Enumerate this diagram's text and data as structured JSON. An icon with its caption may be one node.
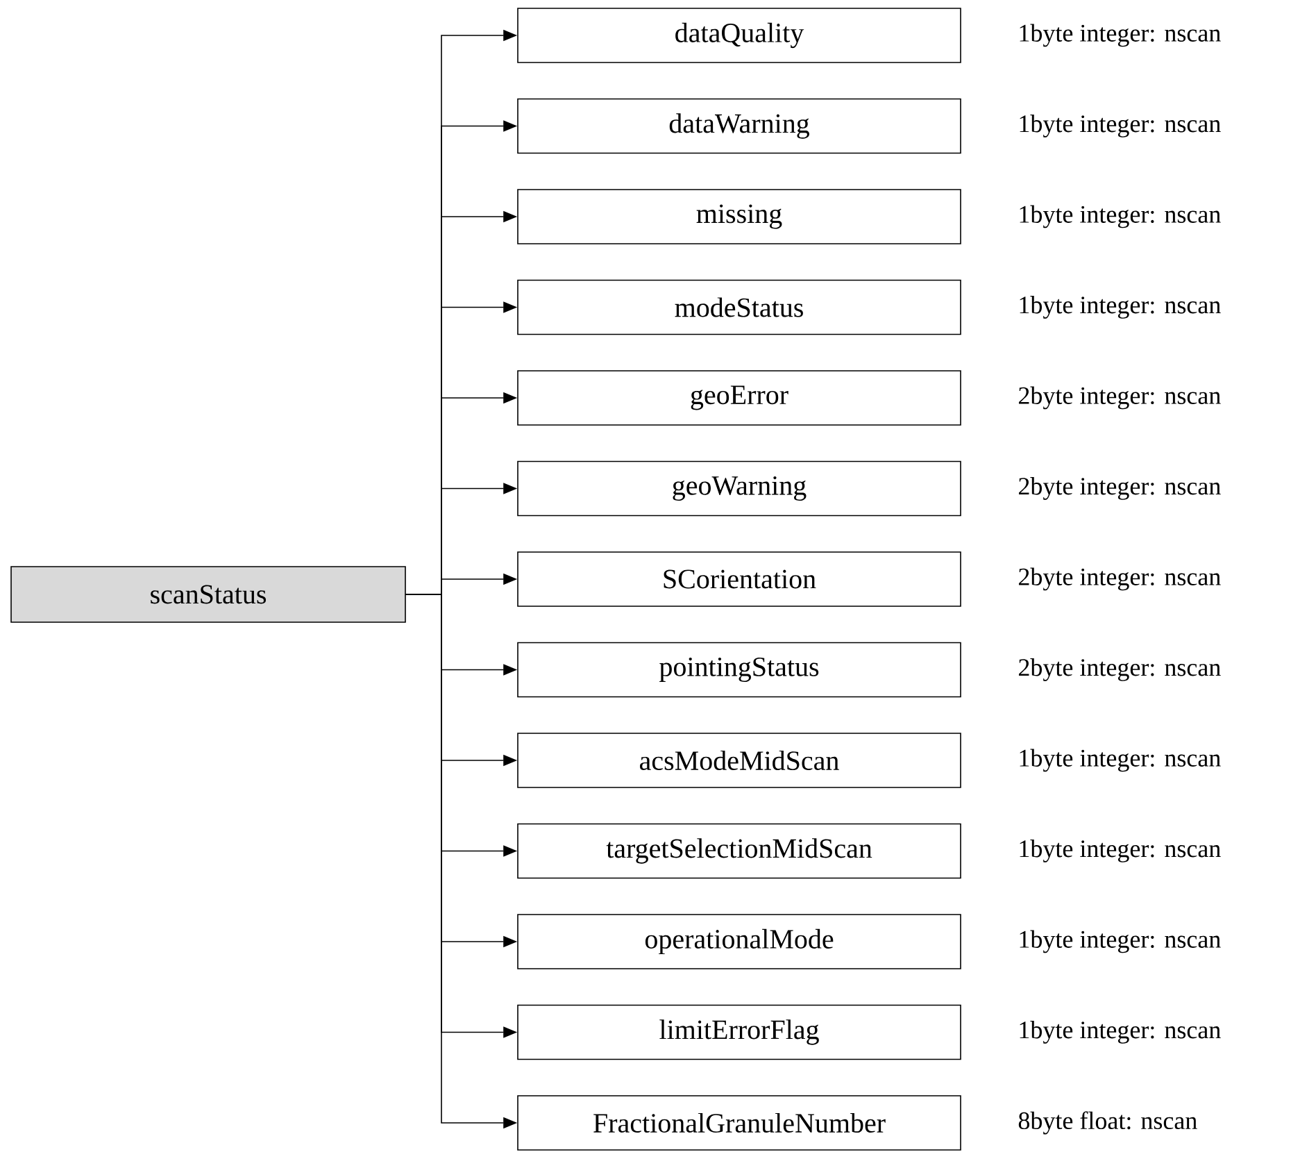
{
  "diagram": {
    "nodes": [
      {
        "text": [
          "scanStatus"
        ]
      },
      {
        "text": [
          "dataQuality"
        ],
        "beside": [
          "1byte integer: nscan"
        ]
      },
      {
        "text": [
          "dataWarning"
        ],
        "beside": [
          "1byte integer: nscan"
        ]
      },
      {
        "text": [
          "missing"
        ],
        "beside": [
          "1byte integer: nscan"
        ]
      },
      {
        "text": [
          "modeStatus"
        ],
        "beside": [
          "1byte integer: nscan"
        ]
      },
      {
        "text": [
          "geoError"
        ],
        "beside": [
          "2byte integer: nscan"
        ]
      },
      {
        "text": [
          "geoWarning"
        ],
        "beside": [
          "2byte integer: nscan"
        ]
      },
      {
        "text": [
          "SCorientation"
        ],
        "beside": [
          "2byte integer: nscan"
        ]
      },
      {
        "text": [
          "pointingStatus"
        ],
        "beside": [
          "2byte integer: nscan"
        ]
      },
      {
        "text": [
          "acsModeMidScan"
        ],
        "beside": [
          "1byte integer: nscan"
        ]
      },
      {
        "text": [
          "targetSelectionMidScan"
        ],
        "beside": [
          "1byte integer: nscan"
        ]
      },
      {
        "text": [
          "operationalMode"
        ],
        "beside": [
          "1byte integer: nscan"
        ]
      },
      {
        "text": [
          "limitErrorFlag"
        ],
        "beside": [
          "1byte integer: nscan"
        ]
      },
      {
        "text": [
          "FractionalGranuleNumber"
        ],
        "beside": [
          "8byte float: nscan"
        ]
      }
    ],
    "edges": [
      {
        "from": 0,
        "to": 1,
        "arrow": "to"
      },
      {
        "from": 0,
        "to": 2,
        "arrow": "to"
      },
      {
        "from": 0,
        "to": 3,
        "arrow": "to"
      },
      {
        "from": 0,
        "to": 4,
        "arrow": "to"
      },
      {
        "from": 0,
        "to": 5,
        "arrow": "to"
      },
      {
        "from": 0,
        "to": 6,
        "arrow": "to"
      },
      {
        "from": 0,
        "to": 7,
        "arrow": "to"
      },
      {
        "from": 0,
        "to": 8,
        "arrow": "to"
      },
      {
        "from": 0,
        "to": 9,
        "arrow": "to"
      },
      {
        "from": 0,
        "to": 10,
        "arrow": "to"
      },
      {
        "from": 0,
        "to": 11,
        "arrow": "to"
      },
      {
        "from": 0,
        "to": 12,
        "arrow": "to"
      },
      {
        "from": 0,
        "to": 13,
        "arrow": "to"
      }
    ]
  }
}
